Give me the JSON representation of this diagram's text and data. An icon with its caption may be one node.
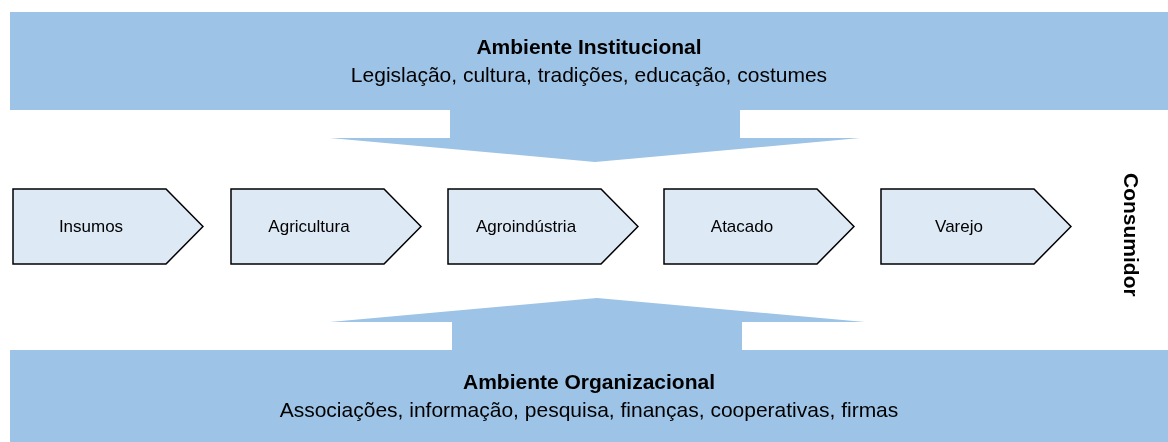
{
  "diagram": {
    "nodes": [
      {
        "text": [
          "Ambiente Institucional",
          "Legislação, cultura, tradições, educação, costumes"
        ]
      },
      {
        "text": [
          "Insumos"
        ]
      },
      {
        "text": [
          "Agricultura"
        ]
      },
      {
        "text": [
          "Agroindústria"
        ]
      },
      {
        "text": [
          "Atacado"
        ]
      },
      {
        "text": [
          "Varejo"
        ]
      },
      {
        "text": [
          "Consumidor"
        ]
      },
      {
        "text": [
          "Ambiente Organizacional",
          "Associações, informação, pesquisa, finanças, cooperativas, firmas"
        ]
      }
    ],
    "edges": [
      {
        "from": 0,
        "to": null,
        "arrow": "to"
      },
      {
        "from": 7,
        "to": null,
        "arrow": "to"
      }
    ]
  }
}
